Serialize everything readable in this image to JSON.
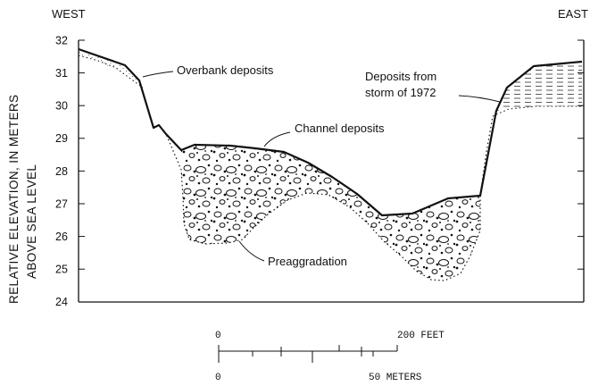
{
  "directions": {
    "west": "WEST",
    "east": "EAST"
  },
  "y_axis": {
    "label_line1": "RELATIVE ELEVATION, IN METERS",
    "label_line2": "ABOVE SEA LEVEL",
    "ticks": [
      "32",
      "31",
      "30",
      "29",
      "28",
      "27",
      "26",
      "25",
      "24"
    ]
  },
  "annotations": {
    "overbank": "Overbank deposits",
    "storm_line1": "Deposits from",
    "storm_line2": "storm of 1972",
    "channel": "Channel deposits",
    "preaggradation": "Preaggradation"
  },
  "scale_bar": {
    "feet_start": "0",
    "feet_end": "200 FEET",
    "meters_start": "0",
    "meters_end": "50 METERS"
  }
}
